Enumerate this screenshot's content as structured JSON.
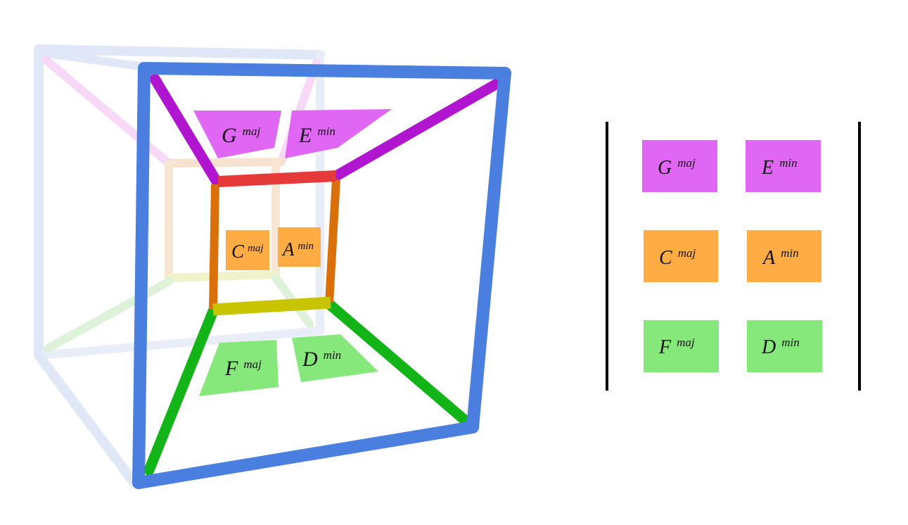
{
  "colors": {
    "outer_frame": "#4a7fe0",
    "ghost_frame": "#c9d6f2",
    "ghost_pink": "#f4c6f4",
    "ghost_orange": "#f6dcc0",
    "ghost_yellow": "#eef0b6",
    "ghost_green": "#cfeecb",
    "top_bar": "#e63a3a",
    "bottom_bar": "#c9c400",
    "side_bar": "#d9700a",
    "diag_top": "#b016d0",
    "diag_bottom": "#12b418",
    "label_purple": "#e066f4",
    "label_orange": "#ffac44",
    "label_green": "#86e87a"
  },
  "cube_labels": [
    {
      "root": "G",
      "quality": "maj"
    },
    {
      "root": "E",
      "quality": "min"
    },
    {
      "root": "C",
      "quality": "maj"
    },
    {
      "root": "A",
      "quality": "min"
    },
    {
      "root": "F",
      "quality": "maj"
    },
    {
      "root": "D",
      "quality": "min"
    }
  ],
  "matrix": {
    "rows": [
      [
        {
          "root": "G",
          "quality": "maj"
        },
        {
          "root": "E",
          "quality": "min"
        }
      ],
      [
        {
          "root": "C",
          "quality": "maj"
        },
        {
          "root": "A",
          "quality": "min"
        }
      ],
      [
        {
          "root": "F",
          "quality": "maj"
        },
        {
          "root": "D",
          "quality": "min"
        }
      ]
    ]
  }
}
